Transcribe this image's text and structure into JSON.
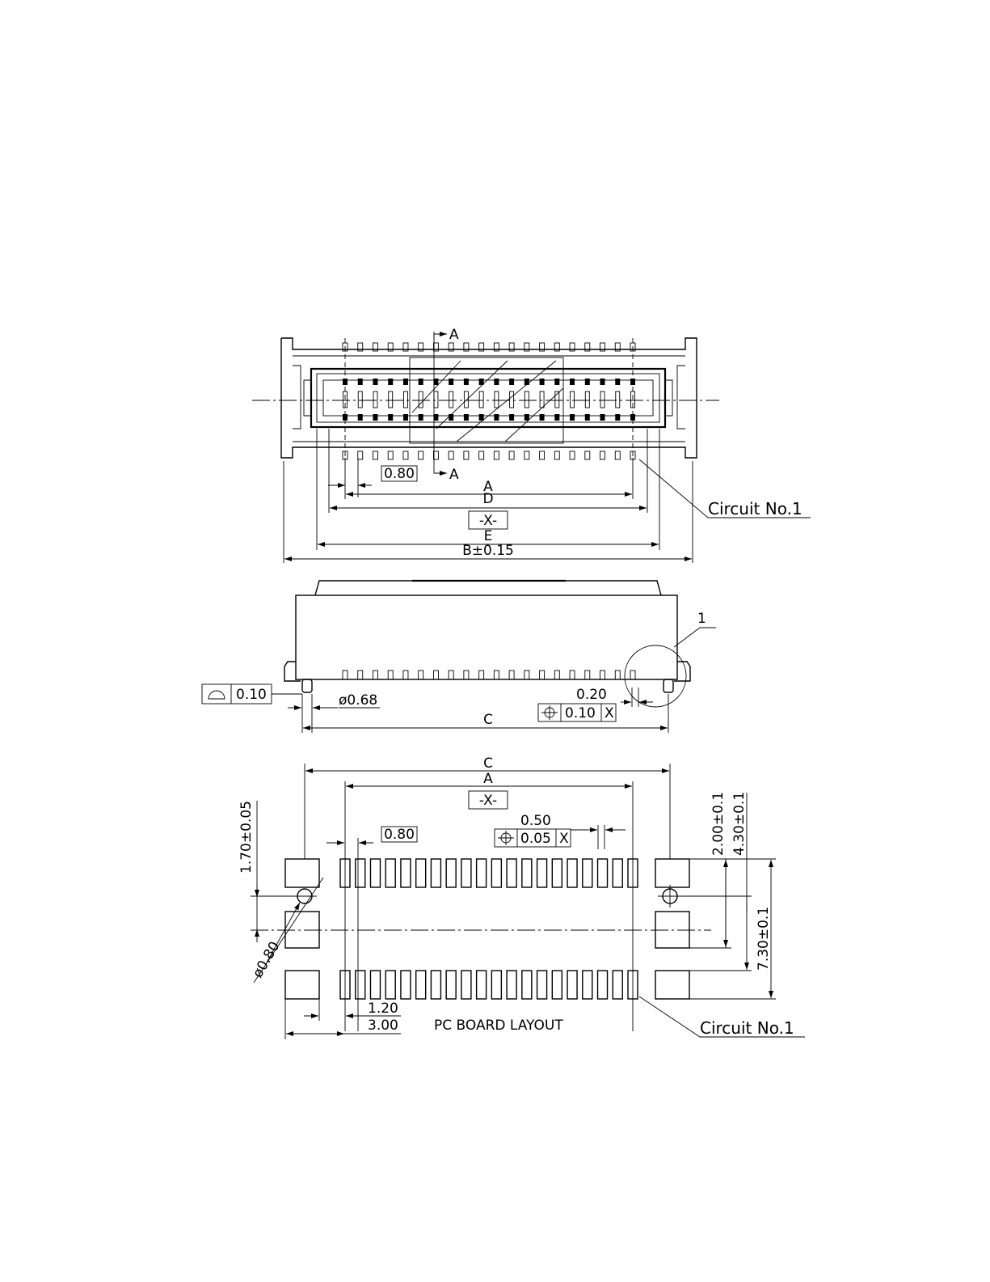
{
  "drawing": {
    "top_view": {
      "section_mark": "A",
      "pitch_box": "0.80",
      "dim_a": "A",
      "dim_d": "D",
      "datum_box": "-X-",
      "dim_e": "E",
      "dim_b": "B±0.15",
      "circuit_label": "Circuit No.1"
    },
    "side_view": {
      "detail_ref": "1",
      "profile_value": "0.10",
      "dia_peg": "ø0.68",
      "dim_020": "0.20",
      "pos_value": "0.10",
      "pos_datum": "X",
      "dim_c": "C"
    },
    "pcb_layout": {
      "dim_c": "C",
      "dim_a": "A",
      "datum_box": "-X-",
      "dim_050": "0.50",
      "pos_value": "0.05",
      "pos_datum": "X",
      "pitch_box": "0.80",
      "dim_170": "1.70±0.05",
      "dim_200": "2.00±0.1",
      "dim_430": "4.30±0.1",
      "dim_730": "7.30±0.1",
      "dia_hole": "ø0.80",
      "dim_120": "1.20",
      "dim_300": "3.00",
      "layout_title": "PC BOARD LAYOUT",
      "circuit_label": "Circuit No.1"
    },
    "icons": {
      "profile": "profile-of-surface-icon",
      "position": "true-position-icon",
      "arrow": "dimension-arrow-icon"
    },
    "circuits_per_row": 20
  }
}
